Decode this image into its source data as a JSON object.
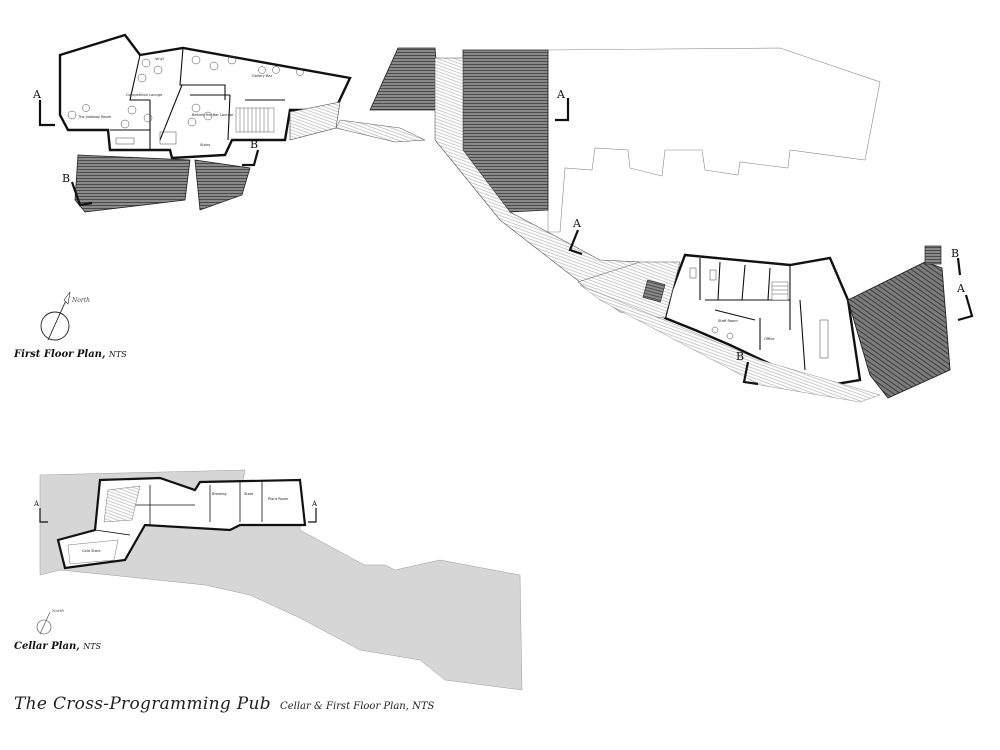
{
  "sheet": {
    "title": "The Cross-Programming Pub",
    "subtitle": "Cellar & First Floor Plan, NTS"
  },
  "first_floor_plan": {
    "title": "First Floor Plan,",
    "scale_note": "NTS",
    "north_label": "North",
    "section_markers": [
      "A",
      "A",
      "A",
      "A",
      "B",
      "B",
      "B",
      "B"
    ],
    "room_labels": [
      "Vinyl",
      "Gallery Bar",
      "Competition Lounge",
      "The Jukebox Room",
      "Behind the Bar Lounge",
      "Stairs",
      "Staff Room",
      "Office"
    ]
  },
  "cellar_plan": {
    "title": "Cellar Plan,",
    "scale_note": "NTS",
    "north_label": "North",
    "section_markers": [
      "A",
      "A"
    ],
    "room_labels": [
      "Brewing",
      "Store",
      "Plant Room",
      "Cold Store"
    ]
  },
  "colors": {
    "ink": "#111111",
    "hatch": "#555555",
    "cellar_site": "#d6d6d6",
    "roof_fill": "#7a7a7a"
  }
}
